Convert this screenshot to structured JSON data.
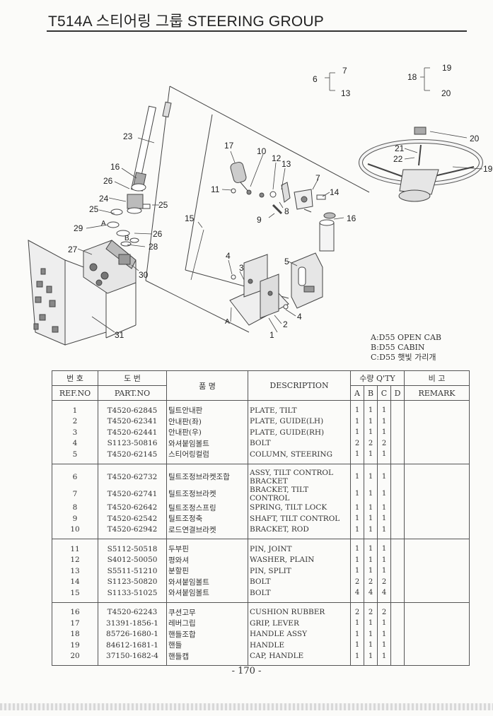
{
  "header": {
    "title": "T514A 스티어링 그룹 STEERING GROUP"
  },
  "diagram": {
    "callouts": [
      "1",
      "2",
      "3",
      "4",
      "4",
      "5",
      "6",
      "7",
      "7",
      "8",
      "9",
      "10",
      "11",
      "12",
      "13",
      "13",
      "14",
      "15",
      "16",
      "16",
      "17",
      "18",
      "19",
      "19",
      "20",
      "20",
      "21",
      "22",
      "23",
      "24",
      "25",
      "25",
      "26",
      "26",
      "27",
      "28",
      "29",
      "30",
      "31"
    ],
    "markers": [
      "A",
      "A",
      "B"
    ]
  },
  "legend": {
    "lines": [
      "A:D55 OPEN CAB",
      "B:D55 CABIN",
      "C:D55 햇빛 가리개"
    ]
  },
  "table": {
    "headers": {
      "ref_ko": "번 호",
      "ref_en": "REF.NO",
      "part_ko": "도 번",
      "part_en": "PART.NO",
      "name_ko": "품 명",
      "desc": "DESCRIPTION",
      "qty": "수량 Q'TY",
      "qa": "A",
      "qb": "B",
      "qc": "C",
      "qd": "D",
      "remark_ko": "비 고",
      "remark_en": "REMARK"
    },
    "rows": [
      {
        "ref": "1",
        "part": "T4520-62845",
        "name": "틸트안내판",
        "desc": "PLATE, TILT",
        "a": "1",
        "b": "1",
        "c": "1"
      },
      {
        "ref": "2",
        "part": "T4520-62341",
        "name": "안내판(좌)",
        "desc": "PLATE, GUIDE(LH)",
        "a": "1",
        "b": "1",
        "c": "1"
      },
      {
        "ref": "3",
        "part": "T4520-62441",
        "name": "안내판(우)",
        "desc": "PLATE, GUIDE(RH)",
        "a": "1",
        "b": "1",
        "c": "1"
      },
      {
        "ref": "4",
        "part": "S1123-50816",
        "name": "와셔붙임볼트",
        "desc": "BOLT",
        "a": "2",
        "b": "2",
        "c": "2"
      },
      {
        "ref": "5",
        "part": "T4520-62145",
        "name": "스티어링컬럼",
        "desc": "COLUMN, STEERING",
        "a": "1",
        "b": "1",
        "c": "1"
      },
      {
        "ref": "6",
        "part": "T4520-62732",
        "name": "틸트조정브라켓조합",
        "desc": "ASSY, TILT CONTROL BRACKET",
        "a": "1",
        "b": "1",
        "c": "1"
      },
      {
        "ref": "7",
        "part": "T4520-62741",
        "name": "틸트조정브라켓",
        "desc": "BRACKET, TILT CONTROL",
        "a": "1",
        "b": "1",
        "c": "1"
      },
      {
        "ref": "8",
        "part": "T4520-62642",
        "name": "틸트조정스프링",
        "desc": "SPRING, TILT LOCK",
        "a": "1",
        "b": "1",
        "c": "1"
      },
      {
        "ref": "9",
        "part": "T4520-62542",
        "name": "틸트조정축",
        "desc": "SHAFT, TILT CONTROL",
        "a": "1",
        "b": "1",
        "c": "1"
      },
      {
        "ref": "10",
        "part": "T4520-62942",
        "name": "로드연결브라켓",
        "desc": "BRACKET, ROD",
        "a": "1",
        "b": "1",
        "c": "1"
      },
      {
        "ref": "11",
        "part": "S5112-50518",
        "name": "두부핀",
        "desc": "PIN, JOINT",
        "a": "1",
        "b": "1",
        "c": "1"
      },
      {
        "ref": "12",
        "part": "S4012-50050",
        "name": "평와셔",
        "desc": "WASHER, PLAIN",
        "a": "1",
        "b": "1",
        "c": "1"
      },
      {
        "ref": "13",
        "part": "S5511-51210",
        "name": "분할핀",
        "desc": "PIN, SPLIT",
        "a": "1",
        "b": "1",
        "c": "1"
      },
      {
        "ref": "14",
        "part": "S1123-50820",
        "name": "와셔붙임볼트",
        "desc": "BOLT",
        "a": "2",
        "b": "2",
        "c": "2"
      },
      {
        "ref": "15",
        "part": "S1133-51025",
        "name": "와셔붙임볼트",
        "desc": "BOLT",
        "a": "4",
        "b": "4",
        "c": "4"
      },
      {
        "ref": "16",
        "part": "T4520-62243",
        "name": "쿠션고무",
        "desc": "CUSHION RUBBER",
        "a": "2",
        "b": "2",
        "c": "2"
      },
      {
        "ref": "17",
        "part": "31391-1856-1",
        "name": "레버그립",
        "desc": "GRIP, LEVER",
        "a": "1",
        "b": "1",
        "c": "1"
      },
      {
        "ref": "18",
        "part": "85726-1680-1",
        "name": "핸들조합",
        "desc": "HANDLE ASSY",
        "a": "1",
        "b": "1",
        "c": "1"
      },
      {
        "ref": "19",
        "part": "84612-1681-1",
        "name": "핸들",
        "desc": "HANDLE",
        "a": "1",
        "b": "1",
        "c": "1"
      },
      {
        "ref": "20",
        "part": "37150-1682-4",
        "name": "핸들캡",
        "desc": "CAP, HANDLE",
        "a": "1",
        "b": "1",
        "c": "1"
      }
    ]
  },
  "footer": {
    "page": "- 170 -"
  }
}
